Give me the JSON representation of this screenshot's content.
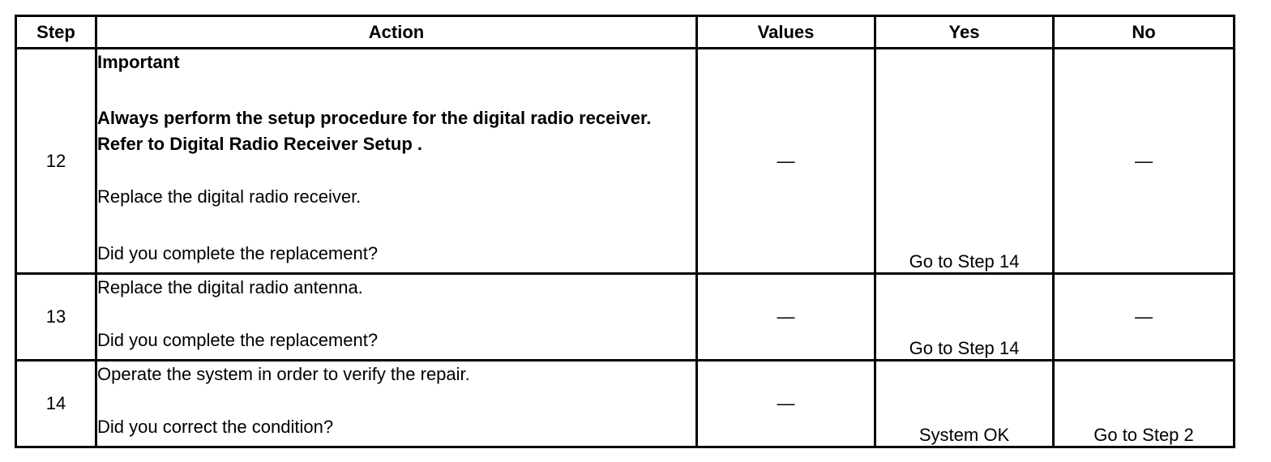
{
  "columns": {
    "step": "Step",
    "action": "Action",
    "values": "Values",
    "yes": "Yes",
    "no": "No"
  },
  "rows": [
    {
      "step": "12",
      "important": "Important",
      "note": "Always perform the setup procedure for the digital radio receiver. Refer to Digital Radio Receiver Setup .",
      "instruction": "Replace the digital radio receiver.",
      "question": "Did you complete the replacement?",
      "values": "—",
      "yes": "Go to Step 14",
      "no": "—"
    },
    {
      "step": "13",
      "instruction": "Replace the digital radio antenna.",
      "question": "Did you complete the replacement?",
      "values": "—",
      "yes": "Go to Step 14",
      "no": "—"
    },
    {
      "step": "14",
      "instruction": "Operate the system in order to verify the repair.",
      "question": "Did you correct the condition?",
      "values": "—",
      "yes": "System OK",
      "no": "Go to Step 2"
    }
  ]
}
